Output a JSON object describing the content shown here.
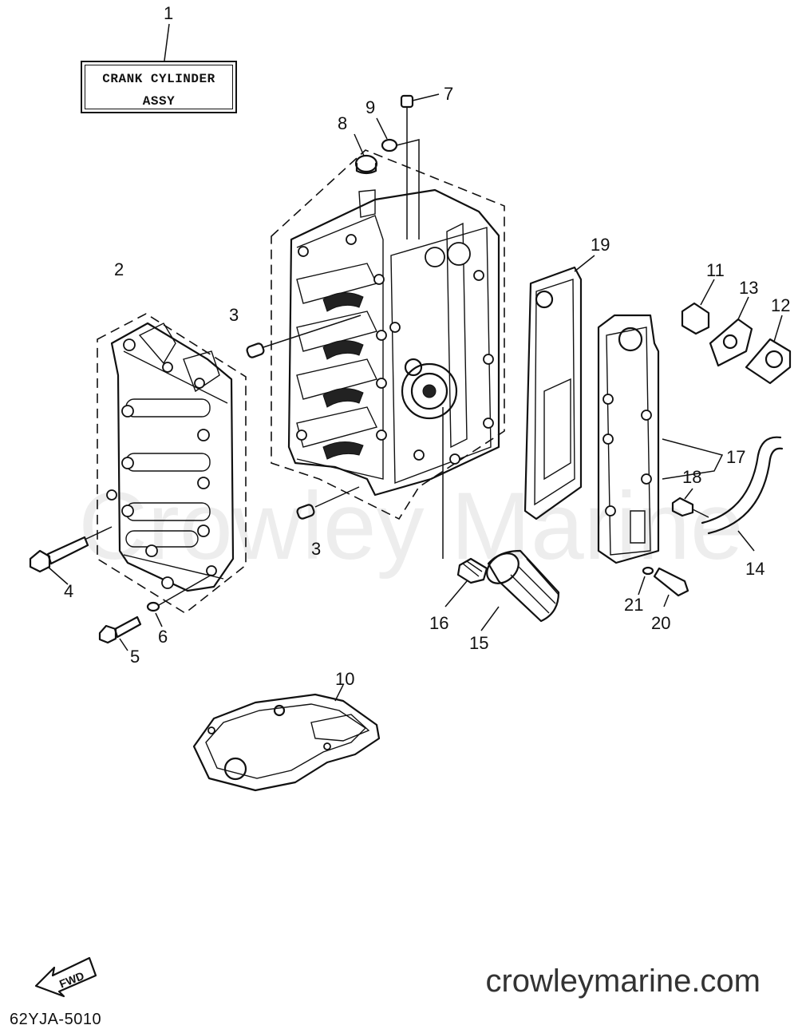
{
  "assembly_box": {
    "line1": "CRANK CYLINDER",
    "line2": "ASSY"
  },
  "watermark": "Crowley Marine",
  "website": "crowleymarine.com",
  "diagram_code": "62YJA-5010",
  "fwd_label": "FWD",
  "callouts": [
    "1",
    "2",
    "3",
    "3",
    "4",
    "5",
    "6",
    "7",
    "8",
    "9",
    "10",
    "11",
    "12",
    "13",
    "14",
    "15",
    "16",
    "17",
    "18",
    "19",
    "20",
    "21"
  ]
}
